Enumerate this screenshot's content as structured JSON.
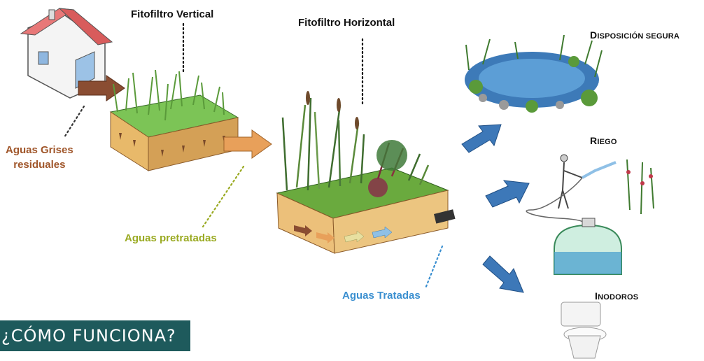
{
  "labels": {
    "vertical_filter": "Fitofiltro Vertical",
    "horizontal_filter": "Fitofiltro Horizontal",
    "grey_water_line1": "Aguas Grises",
    "grey_water_line2": "residuales",
    "pretreated_water": "Aguas pretratadas",
    "treated_water": "Aguas Tratadas",
    "safe_disposal_first": "D",
    "safe_disposal_rest": "ISPOSICIÓN SEGURA",
    "irrigation_first": "R",
    "irrigation_rest": "IEGO",
    "toilets_first": "I",
    "toilets_rest": "NODOROS"
  },
  "banner": {
    "title": "¿CÓMO FUNCIONA?"
  },
  "colors": {
    "grey_water": "#a0562a",
    "pretreated": "#9aaa22",
    "treated": "#3a8fd0",
    "banner_bg": "#1e5a5c",
    "arrow_blue": "#3d78b8"
  }
}
